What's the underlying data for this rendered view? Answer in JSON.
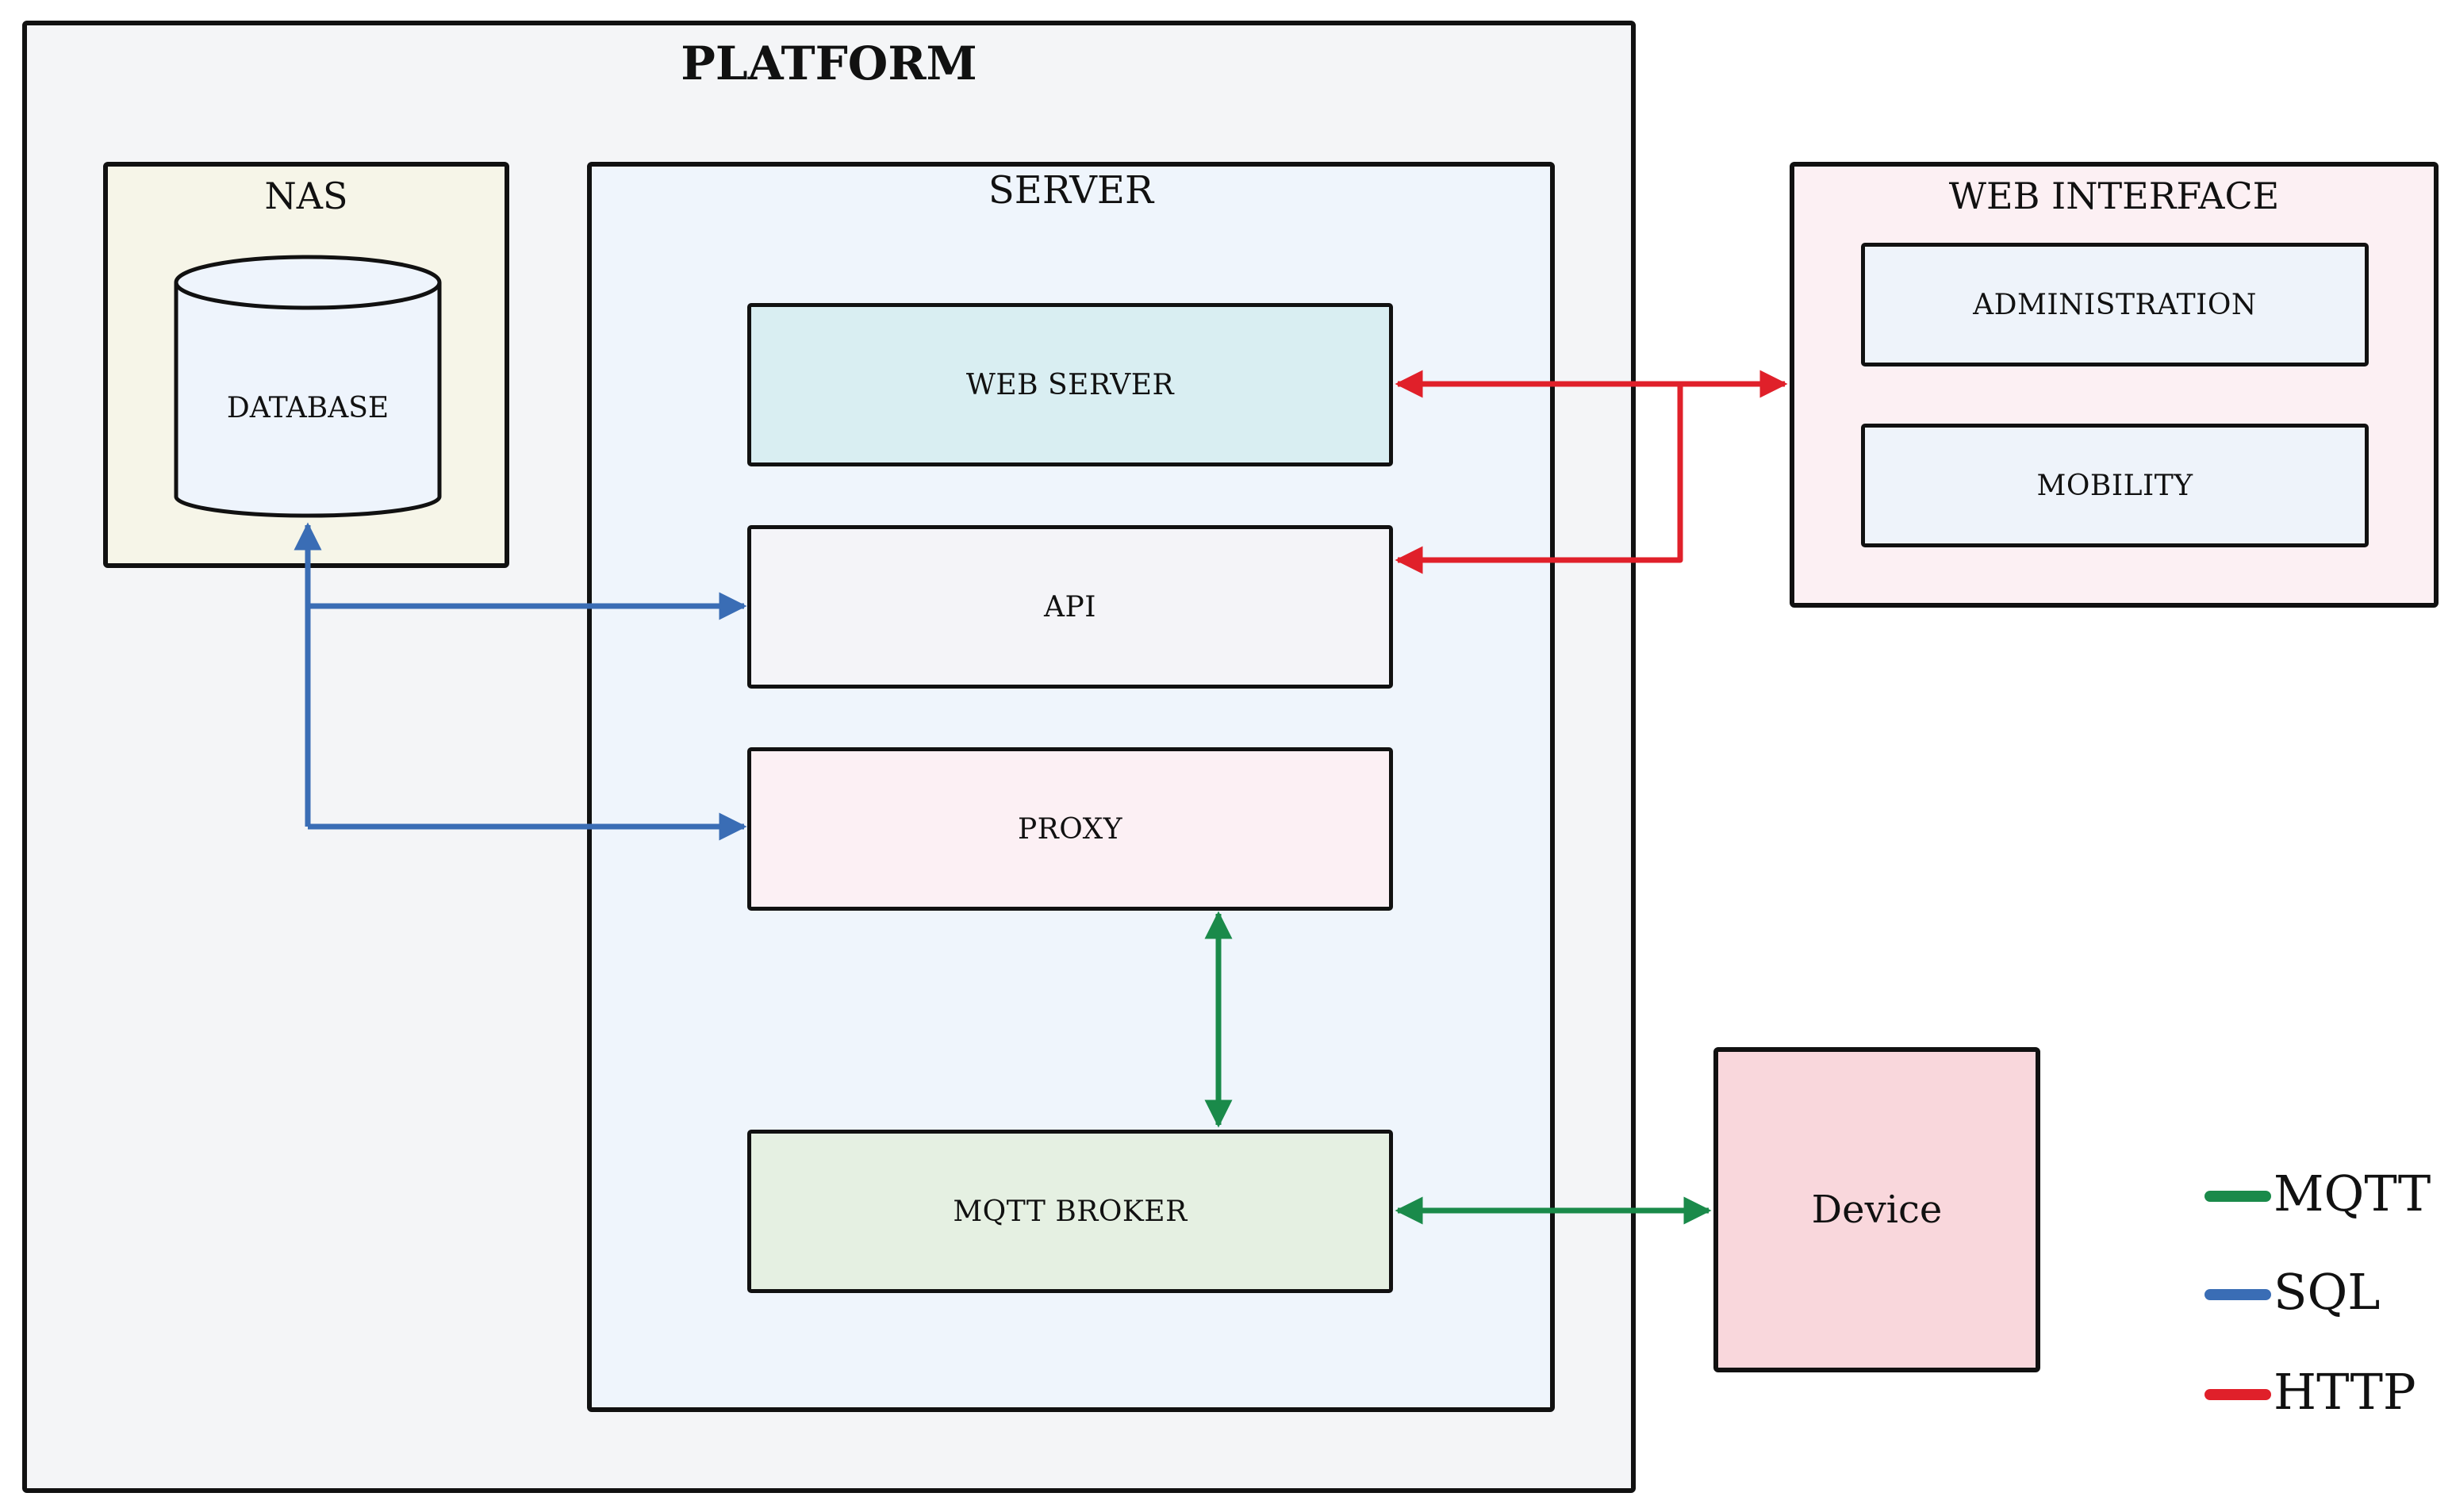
{
  "platform": {
    "title": "PLATFORM"
  },
  "nas": {
    "title": "NAS",
    "database_label": "DATABASE"
  },
  "server": {
    "title": "SERVER",
    "web_server_label": "WEB SERVER",
    "api_label": "API",
    "proxy_label": "PROXY",
    "mqtt_broker_label": "MQTT BROKER"
  },
  "web_interface": {
    "title": "WEB INTERFACE",
    "administration_label": "ADMINISTRATION",
    "mobility_label": "MOBILITY"
  },
  "device": {
    "label": "Device"
  },
  "legend": [
    {
      "label": "MQTT",
      "color": "#1a8a4a"
    },
    {
      "label": "SQL",
      "color": "#3a6db5"
    },
    {
      "label": "HTTP",
      "color": "#e0202a"
    }
  ],
  "colors": {
    "platform_fill": "#f4f5f7",
    "nas_fill": "#f6f5e8",
    "server_fill": "#eff5fc",
    "web_server_fill": "#d9eef2",
    "api_fill": "#f4f4f8",
    "proxy_fill": "#fcf0f4",
    "mqtt_broker_fill": "#e5f0e2",
    "web_interface_fill": "#fcf0f3",
    "web_interface_item_fill": "#eef3fa",
    "device_fill": "#f9d7dc",
    "database_fill": "#eef4fc"
  }
}
